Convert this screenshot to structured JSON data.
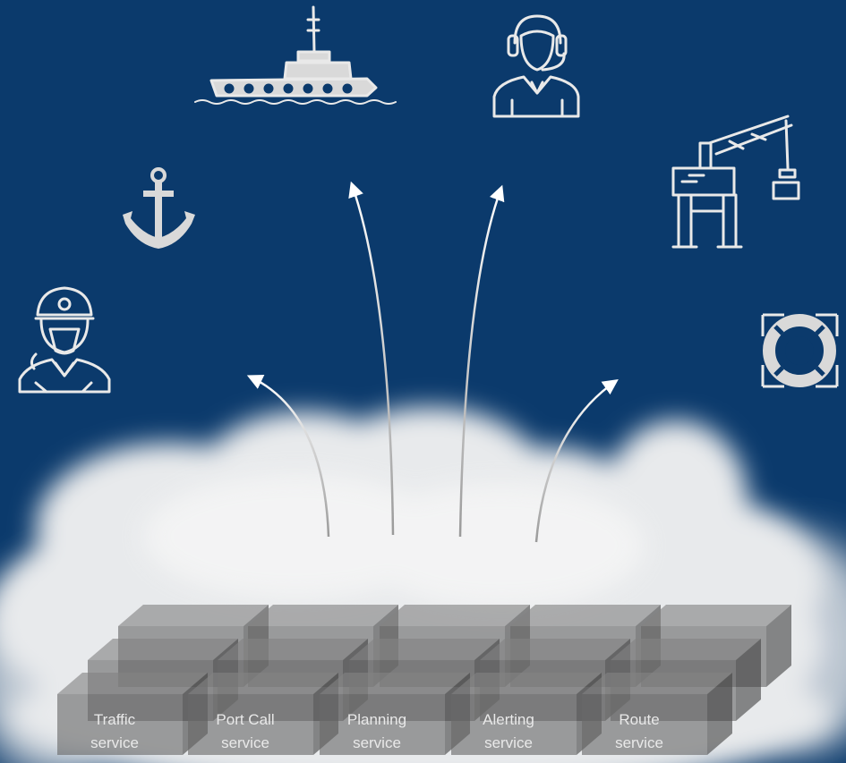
{
  "background_color": "#0b3a6c",
  "icons": [
    "tugboat-icon",
    "operator-headset-icon",
    "anchor-icon",
    "harbor-crane-icon",
    "ship-captain-icon",
    "lifebuoy-icon"
  ],
  "services": [
    {
      "line1": "Traffic",
      "line2": "service"
    },
    {
      "line1": "Port Call",
      "line2": "service"
    },
    {
      "line1": "Planning",
      "line2": "service"
    },
    {
      "line1": "Alerting",
      "line2": "service"
    },
    {
      "line1": "Route",
      "line2": "service"
    }
  ]
}
